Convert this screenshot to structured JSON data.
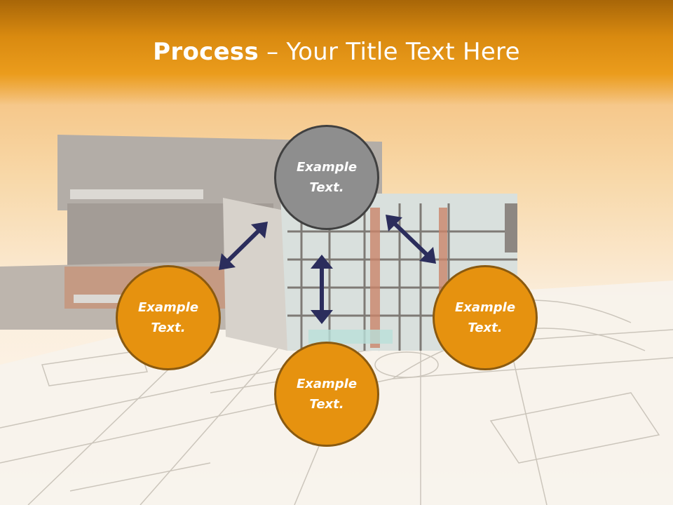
{
  "title": {
    "bold": "Process",
    "rest": " – Your Title Text Here"
  },
  "nodes": {
    "top": {
      "label": "Example Text."
    },
    "left": {
      "label": "Example Text."
    },
    "right": {
      "label": "Example Text."
    },
    "bottom": {
      "label": "Example Text."
    }
  },
  "colors": {
    "title_bar": "#e0920f",
    "node_fill": "#e6920f",
    "center_node_fill": "#8e8e8e",
    "arrow": "#2b2d5c"
  }
}
